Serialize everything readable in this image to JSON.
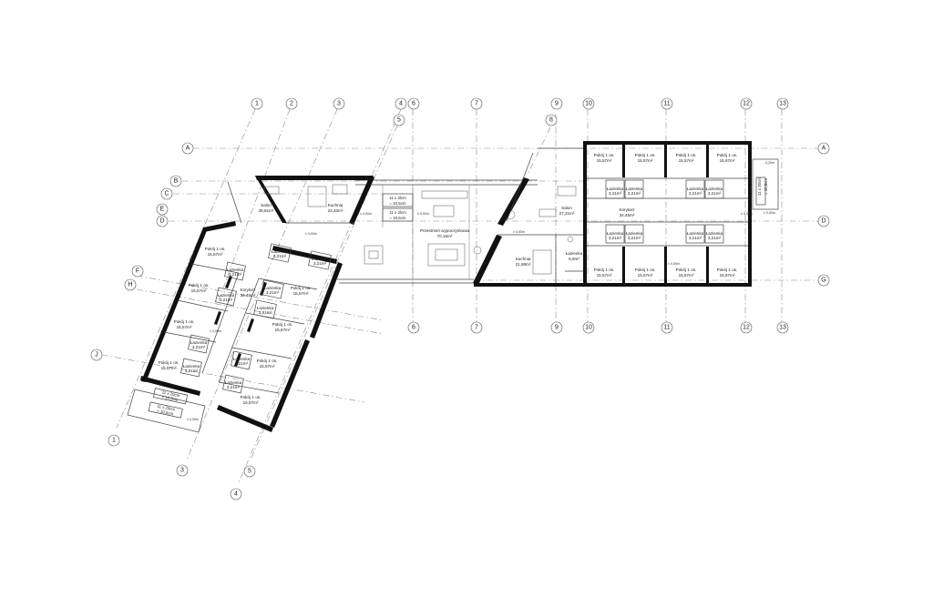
{
  "axes": {
    "top": [
      "1",
      "2",
      "3",
      "4",
      "5",
      "6",
      "7",
      "8",
      "9",
      "10",
      "11",
      "12",
      "13"
    ],
    "mid": [
      "6",
      "7",
      "9",
      "10",
      "11",
      "12",
      "13"
    ],
    "bottom": [
      "1",
      "3",
      "4",
      "5"
    ],
    "rows_right": [
      "A",
      "D",
      "G"
    ],
    "rows_left": [
      "A",
      "B",
      "C",
      "E",
      "D",
      "F",
      "H",
      "J"
    ]
  },
  "rooms": {
    "salon_left": [
      "Salon",
      "28,81m²"
    ],
    "kuchnia_top": [
      "Kuchnia",
      "22,33m²"
    ],
    "przestrzen": [
      "Przestrzeń wypoczynkowa",
      "70,15m²"
    ],
    "salon_right": [
      "Salon",
      "27,21m²"
    ],
    "kuchnia_right": [
      "Kuchnia",
      "21,88m²"
    ],
    "lazienka_acc": [
      "Łazienka",
      "6,9m²"
    ],
    "korytarz_right": [
      "Korytarz",
      "34,45m²"
    ],
    "korytarz_left": [
      "Korytarz",
      "34,45m²"
    ],
    "pokoj": [
      "Pokój 1 os.",
      "15,57m²"
    ],
    "lazienka": [
      "Łazienka",
      "3,21m²"
    ]
  },
  "spaces": {
    "top_box_1": [
      "11 x 2lcm",
      "= 10,5cm"
    ],
    "top_box_2": [
      "11 x 2lcm",
      "= 10,5cm"
    ],
    "stair_right": [
      "11 x 20cm",
      "= 10,5cm"
    ],
    "stair_left_1": [
      "11 x 20cm",
      "= 10,5cm"
    ],
    "stair_left_2": [
      "11 x 20cm",
      "= 10,5cm"
    ]
  },
  "levels": {
    "l1": "± 0,00m",
    "l2": "± 0,00m",
    "l3": "± 0,00m",
    "l4": "± 0,00m",
    "l5": "± 0,00m",
    "l6": "± 0,00m",
    "l7": "± 0,00m",
    "l8": "± 0,00m",
    "l9": "- 0,20m",
    "l10": "± 0,00m"
  }
}
